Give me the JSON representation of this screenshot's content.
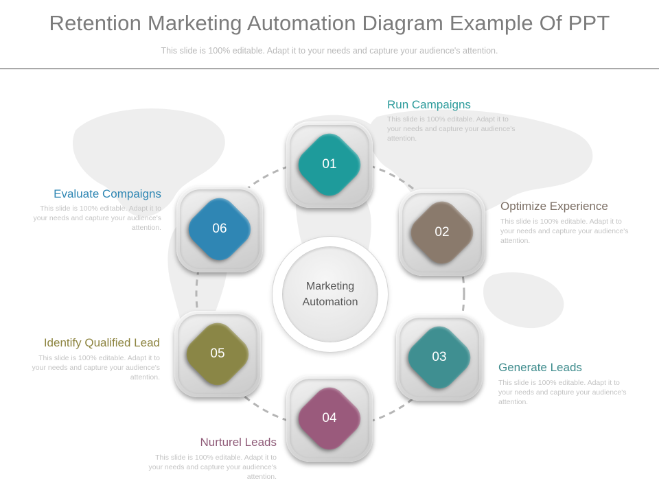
{
  "header": {
    "title": "Retention Marketing Automation Diagram Example Of PPT",
    "subtitle": "This slide is 100% editable. Adapt it to your needs and capture your audience's attention."
  },
  "center": {
    "line1": "Marketing",
    "line2": "Automation"
  },
  "steps": [
    {
      "number": "01",
      "label": "Run Campaigns",
      "text": "This slide is 100% editable. Adapt it to your needs and capture your audience's attention.",
      "color": "#1e9b9b"
    },
    {
      "number": "02",
      "label": "Optimize Experience",
      "text": "This slide is 100% editable. Adapt it to your needs and capture your audience's attention.",
      "color": "#8a7a6c"
    },
    {
      "number": "03",
      "label": "Generate Leads",
      "text": "This slide is 100% editable. Adapt it to your needs and capture your audience's attention.",
      "color": "#3f8f91"
    },
    {
      "number": "04",
      "label": "Nurturel Leads",
      "text": "This slide is 100% editable. Adapt it to your needs and capture your audience's attention.",
      "color": "#9a5a7c"
    },
    {
      "number": "05",
      "label": "Identify Qualified Lead",
      "text": "This slide is 100% editable. Adapt it to your needs and capture your audience's attention.",
      "color": "#8a8646"
    },
    {
      "number": "06",
      "label": "Evaluate Compaigns",
      "text": "This slide is 100% editable. Adapt it to your needs and capture your audience's attention.",
      "color": "#2f86b4"
    }
  ],
  "colors": {
    "label_1": "#2a9a9a",
    "label_2": "#7b6e64",
    "label_3": "#3d8b8c",
    "label_4": "#8f5b78",
    "label_5": "#8d8440",
    "label_6": "#2e86b3"
  }
}
